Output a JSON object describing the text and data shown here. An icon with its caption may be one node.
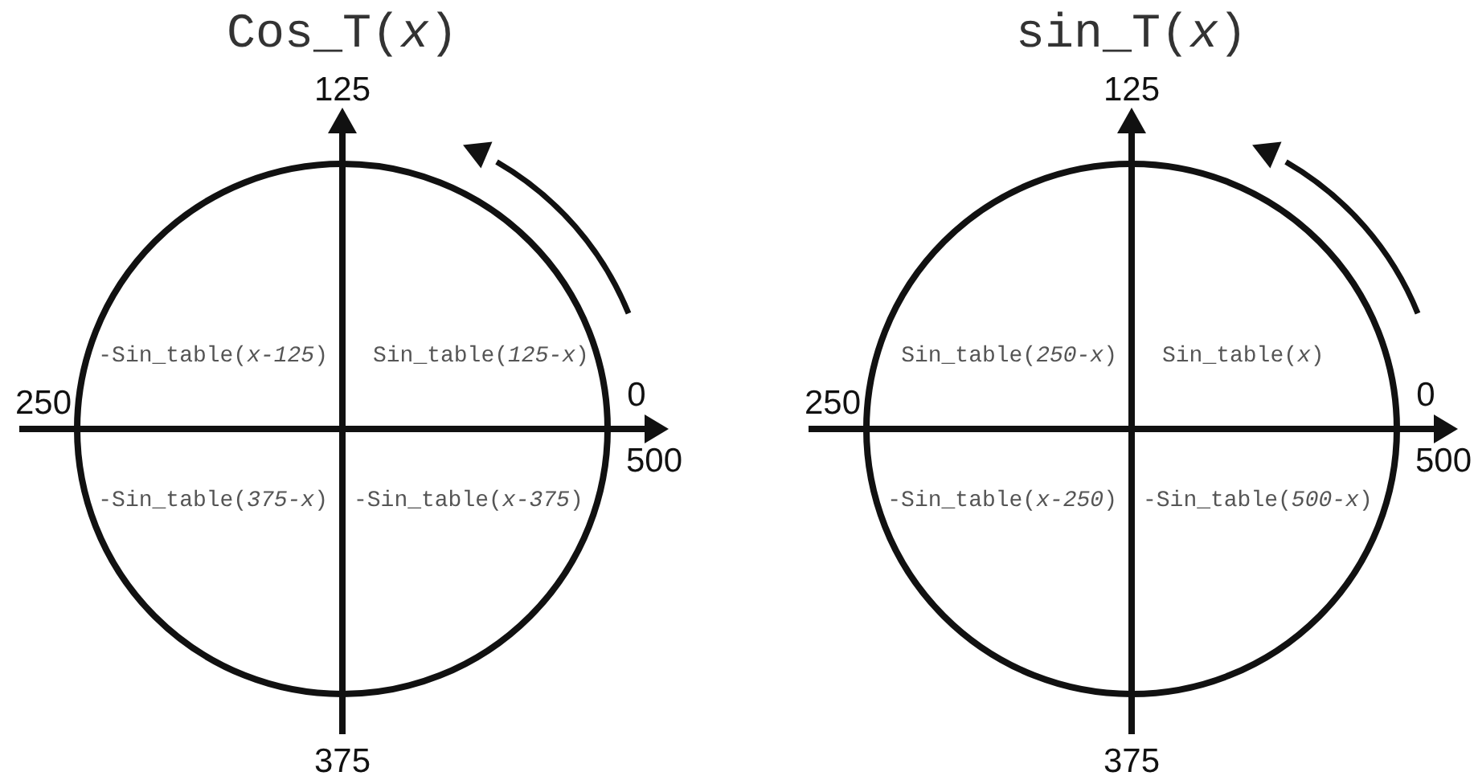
{
  "diagram": {
    "labels": [
      "Cos_T(*x*)",
      "125",
      "-Sin_table(*x-125*)",
      "Sin_table(*125-x*)",
      "250",
      "0",
      "500",
      "-Sin_table(*375-x*)",
      "-Sin_table(*x-375*)",
      "375",
      "sin_T(*x*)",
      "125",
      "Sin_table(*250-x*)",
      "Sin_table(*x*)",
      "250",
      "0",
      "500",
      "-Sin_table(*x-250*)",
      "-Sin_table(*500-x*)",
      "375"
    ]
  }
}
